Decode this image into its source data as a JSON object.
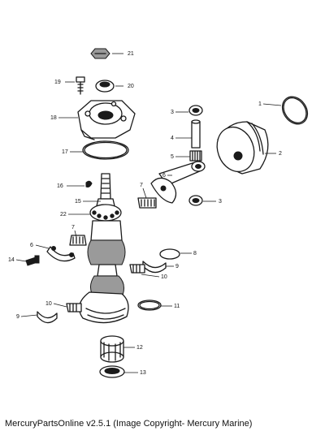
{
  "callouts": [
    "21",
    "20",
    "19",
    "18",
    "17",
    "16",
    "15",
    "22",
    "7",
    "6",
    "14",
    "1",
    "2",
    "3",
    "4",
    "5",
    "6",
    "7",
    "3",
    "8",
    "9",
    "10",
    "10",
    "11",
    "9",
    "12",
    "13"
  ],
  "footer": "MercuryPartsOnline v2.5.1 (Image Copyright- Mercury Marine)"
}
